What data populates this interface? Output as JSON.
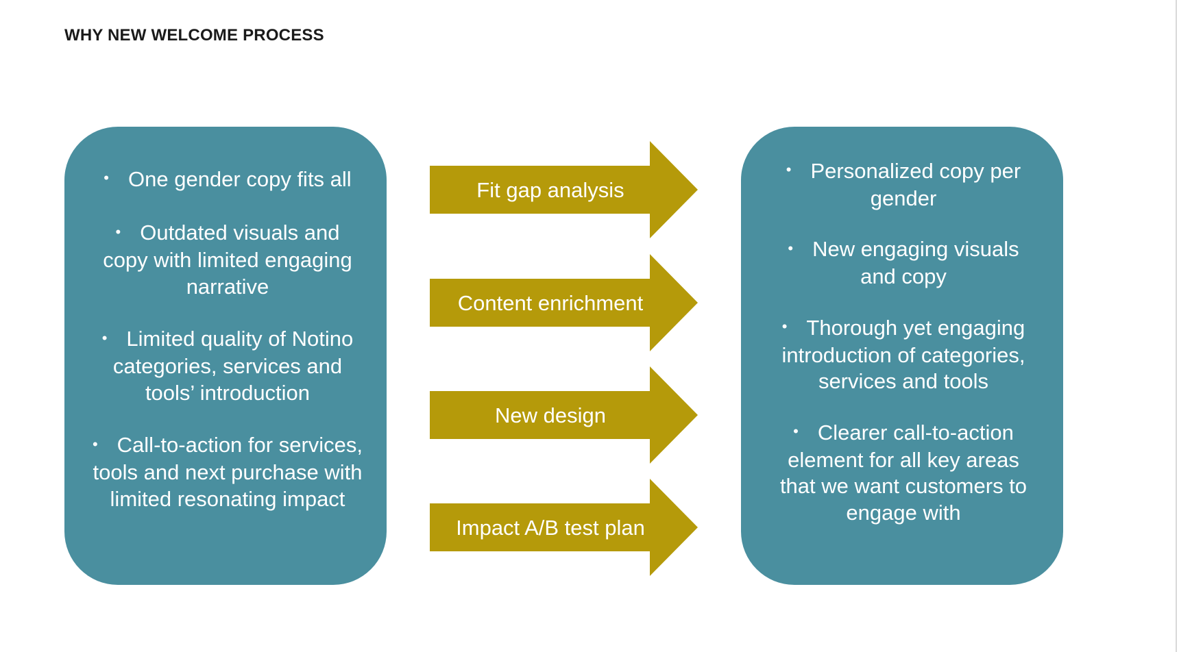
{
  "slide": {
    "title": "WHY NEW WELCOME PROCESS"
  },
  "colors": {
    "panel": "#4a8f9f",
    "arrow": "#b59a0a",
    "text_on_shapes": "#ffffff",
    "title": "#1a1a1a"
  },
  "left_panel": {
    "items": [
      "One gender copy fits all",
      "Outdated visuals and copy with limited engaging narrative",
      "Limited quality of Notino categories, services and tools’ introduction",
      "Call-to-action for services, tools and next purchase with limited resonating impact"
    ]
  },
  "arrows": [
    "Fit gap analysis",
    "Content enrichment",
    "New design",
    "Impact A/B test plan"
  ],
  "right_panel": {
    "items": [
      "Personalized copy per gender",
      "New engaging visuals and copy",
      "Thorough yet engaging introduction of categories, services and tools",
      "Clearer call-to-action element for all key areas that we want customers to engage with"
    ]
  }
}
